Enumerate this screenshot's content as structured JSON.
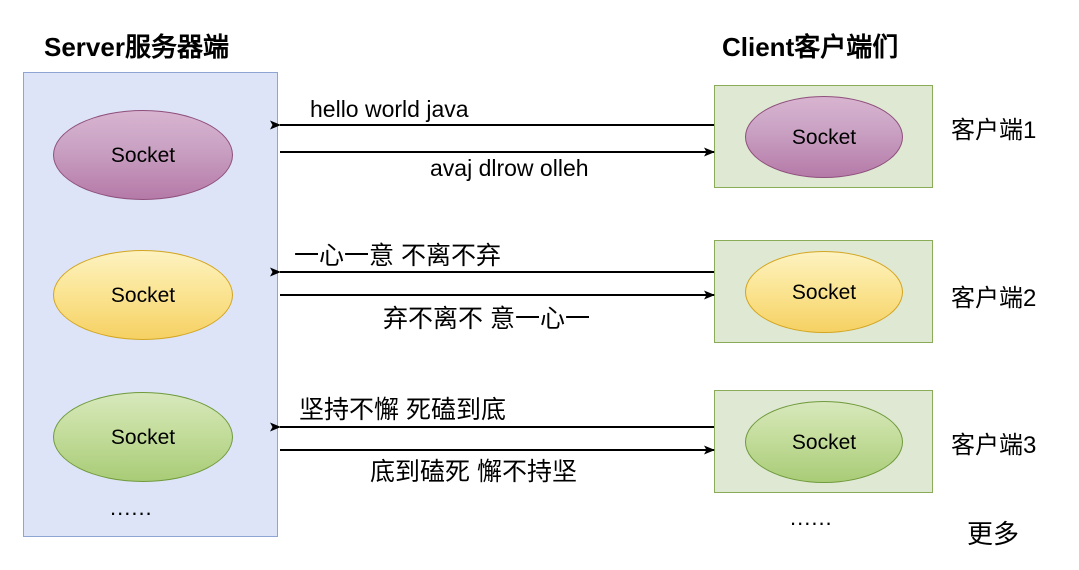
{
  "titles": {
    "server": "Server服务器端",
    "client": "Client客户端们"
  },
  "server": {
    "sockets": [
      {
        "label": "Socket",
        "color": "#b57aa8"
      },
      {
        "label": "Socket",
        "color": "#f6d163"
      },
      {
        "label": "Socket",
        "color": "#a9cc77"
      }
    ],
    "ellipsis": "......",
    "box_fill": "#dde4f8",
    "box_border": "#8ea4d2"
  },
  "clients": {
    "boxes": [
      {
        "socket_label": "Socket",
        "socket_color": "#b57aa8",
        "caption": "客户端1"
      },
      {
        "socket_label": "Socket",
        "socket_color": "#f6d163",
        "caption": "客户端2"
      },
      {
        "socket_label": "Socket",
        "socket_color": "#a9cc77",
        "caption": "客户端3"
      }
    ],
    "ellipsis": "......",
    "more": "更多",
    "box_fill": "#dfe8d3",
    "box_border": "#8aab58"
  },
  "flows": [
    {
      "to_server": "hello    world     java",
      "to_client": "avaj   dlrow     olleh"
    },
    {
      "to_server": "一心一意      不离不弃",
      "to_client": "弃不离不      意一心一"
    },
    {
      "to_server": "坚持不懈    死磕到底",
      "to_client": "底到磕死      懈不持坚"
    }
  ],
  "colors": {
    "arrow": "#000000",
    "text": "#000000",
    "background": "#ffffff"
  }
}
